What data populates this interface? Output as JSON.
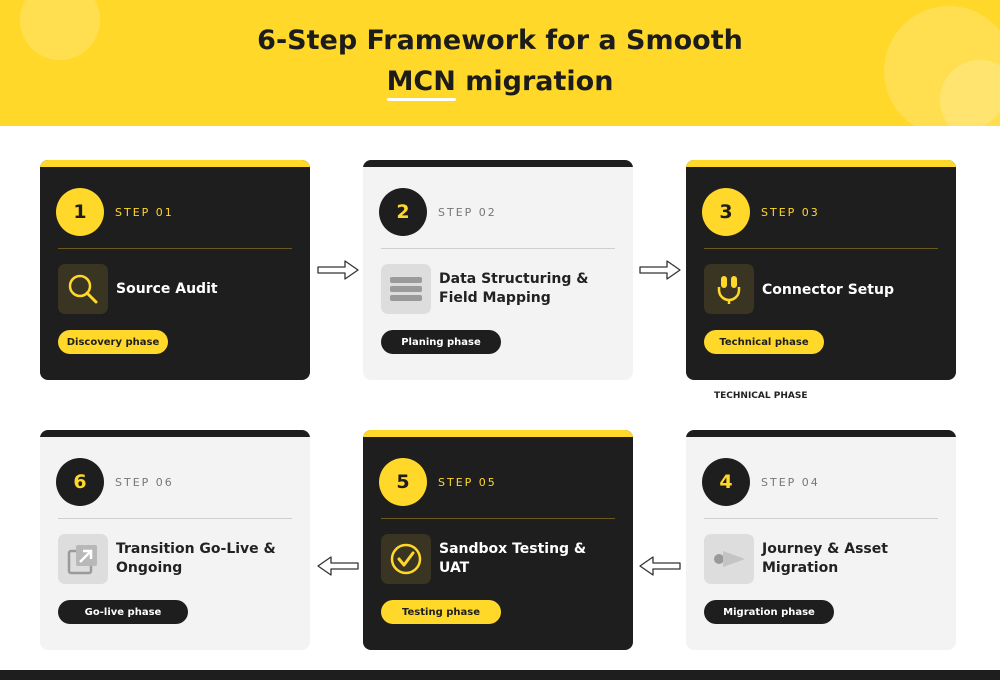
{
  "title": {
    "line1": "6-Step Framework for a Smooth",
    "highlight": "MCN",
    "line2_rest": " migration"
  },
  "steps": [
    {
      "number": "1",
      "label": "STEP 01",
      "title": "Source Audit",
      "phase": "Discovery phase",
      "icon": "magnifier-icon"
    },
    {
      "number": "2",
      "label": "STEP 02",
      "title": "Data Structuring & Field Mapping",
      "phase": "Planing phase",
      "icon": "list-lines-icon"
    },
    {
      "number": "3",
      "label": "STEP 03",
      "title": "Connector Setup",
      "phase": "Technical phase",
      "icon": "plug-icon"
    },
    {
      "number": "4",
      "label": "STEP 04",
      "title": "Journey & Asset Migration",
      "phase": "Migration phase",
      "icon": "migration-arrow-icon"
    },
    {
      "number": "5",
      "label": "STEP 05",
      "title": "Sandbox Testing & UAT",
      "phase": "Testing phase",
      "icon": "check-circle-icon"
    },
    {
      "number": "6",
      "label": "STEP 06",
      "title": "Transition Go-Live & Ongoing",
      "phase": "Go-live phase",
      "icon": "go-live-icon"
    }
  ],
  "note": "TECHNICAL PHASE",
  "colors": {
    "accent": "#ffd82a",
    "dark": "#1e1e1e",
    "light": "#f3f3f3"
  }
}
